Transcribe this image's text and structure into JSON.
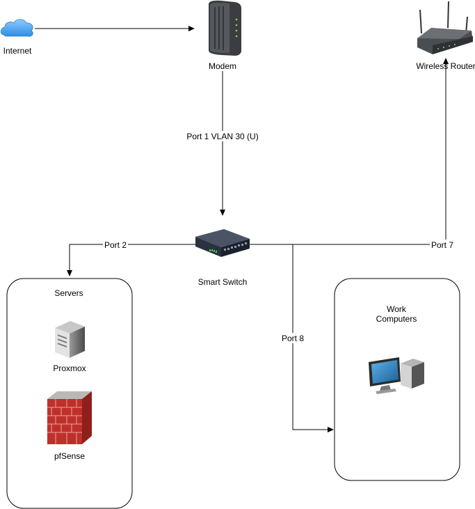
{
  "nodes": {
    "internet": {
      "label": "Internet",
      "icon": "cloud-icon"
    },
    "modem": {
      "label": "Modem",
      "icon": "modem-icon"
    },
    "router": {
      "label": "Wireless Router",
      "icon": "wireless-router-icon"
    },
    "switch": {
      "label": "Smart Switch",
      "icon": "network-switch-icon"
    },
    "proxmox": {
      "label": "Proxmox",
      "icon": "server-tower-icon"
    },
    "pfsense": {
      "label": "pfSense",
      "icon": "firewall-icon"
    },
    "workstation": {
      "icon": "desktop-computer-icon"
    }
  },
  "groups": {
    "servers": {
      "label": "Servers"
    },
    "work": {
      "label_line1": "Work",
      "label_line2": "Computers"
    }
  },
  "edges": {
    "modem_switch": "Port 1 VLAN 30 (U)",
    "switch_servers": "Port 2",
    "switch_router": "Port 7",
    "switch_work": "Port 8"
  },
  "colors": {
    "line": "#000000",
    "cloud": "#3d9be9",
    "brick": "#c0302a",
    "switch_body": "#2f3a4c"
  }
}
